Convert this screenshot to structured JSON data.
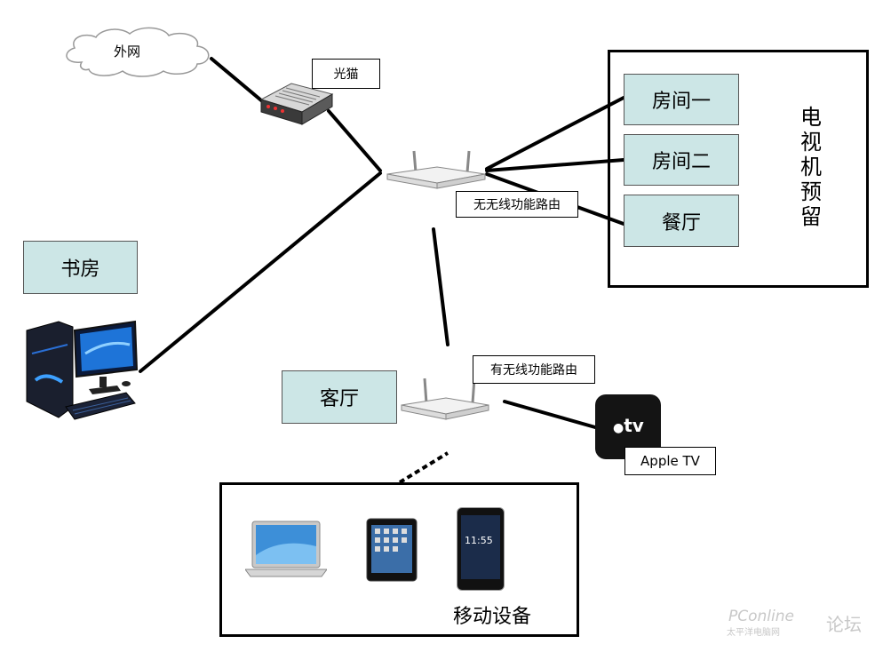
{
  "nodes": {
    "internet": "外网",
    "modem": "光猫",
    "router_no_wifi": "无无线功能路由",
    "router_wifi": "有无线功能路由",
    "study": "书房",
    "living_room": "客厅",
    "room1": "房间一",
    "room2": "房间二",
    "dining": "餐厅",
    "tv_reserved": "电视机预留",
    "apple_tv": "Apple TV",
    "apple_tv_logo": "tv",
    "mobile_devices": "移动设备",
    "phone_time": "11:55"
  },
  "watermark": {
    "brand": "PConline",
    "sub": "太平洋电脑网",
    "forum": "论坛"
  },
  "colors": {
    "teal_box": "#cce6e6",
    "line": "#000000"
  }
}
